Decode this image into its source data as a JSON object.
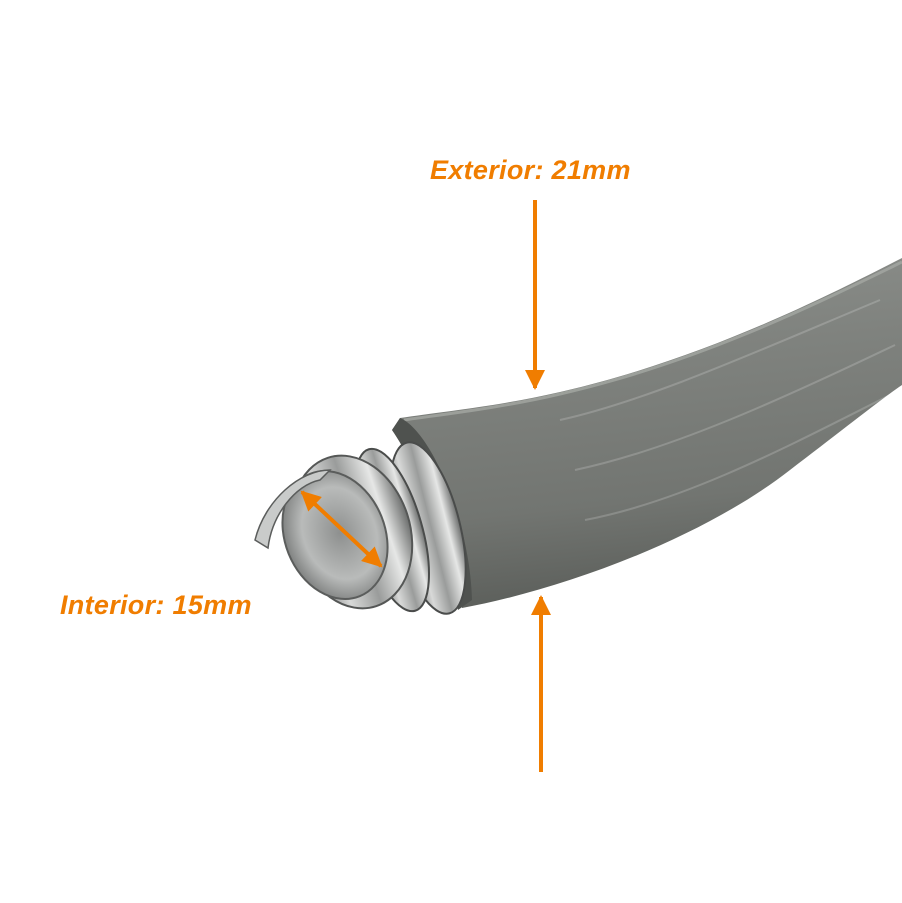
{
  "annotations": {
    "exterior": "Exterior: 21mm",
    "interior": "Interior: 15mm"
  },
  "colors": {
    "accent": "#f07d00",
    "jacket": "#7c7f7b",
    "jacket_dark": "#5f625f",
    "metal_light": "#d9dada",
    "metal_dark": "#6e706f",
    "background": "#ffffff"
  },
  "subject": {
    "object": "flexible-metal-conduit",
    "icon": "conduit-photo"
  }
}
